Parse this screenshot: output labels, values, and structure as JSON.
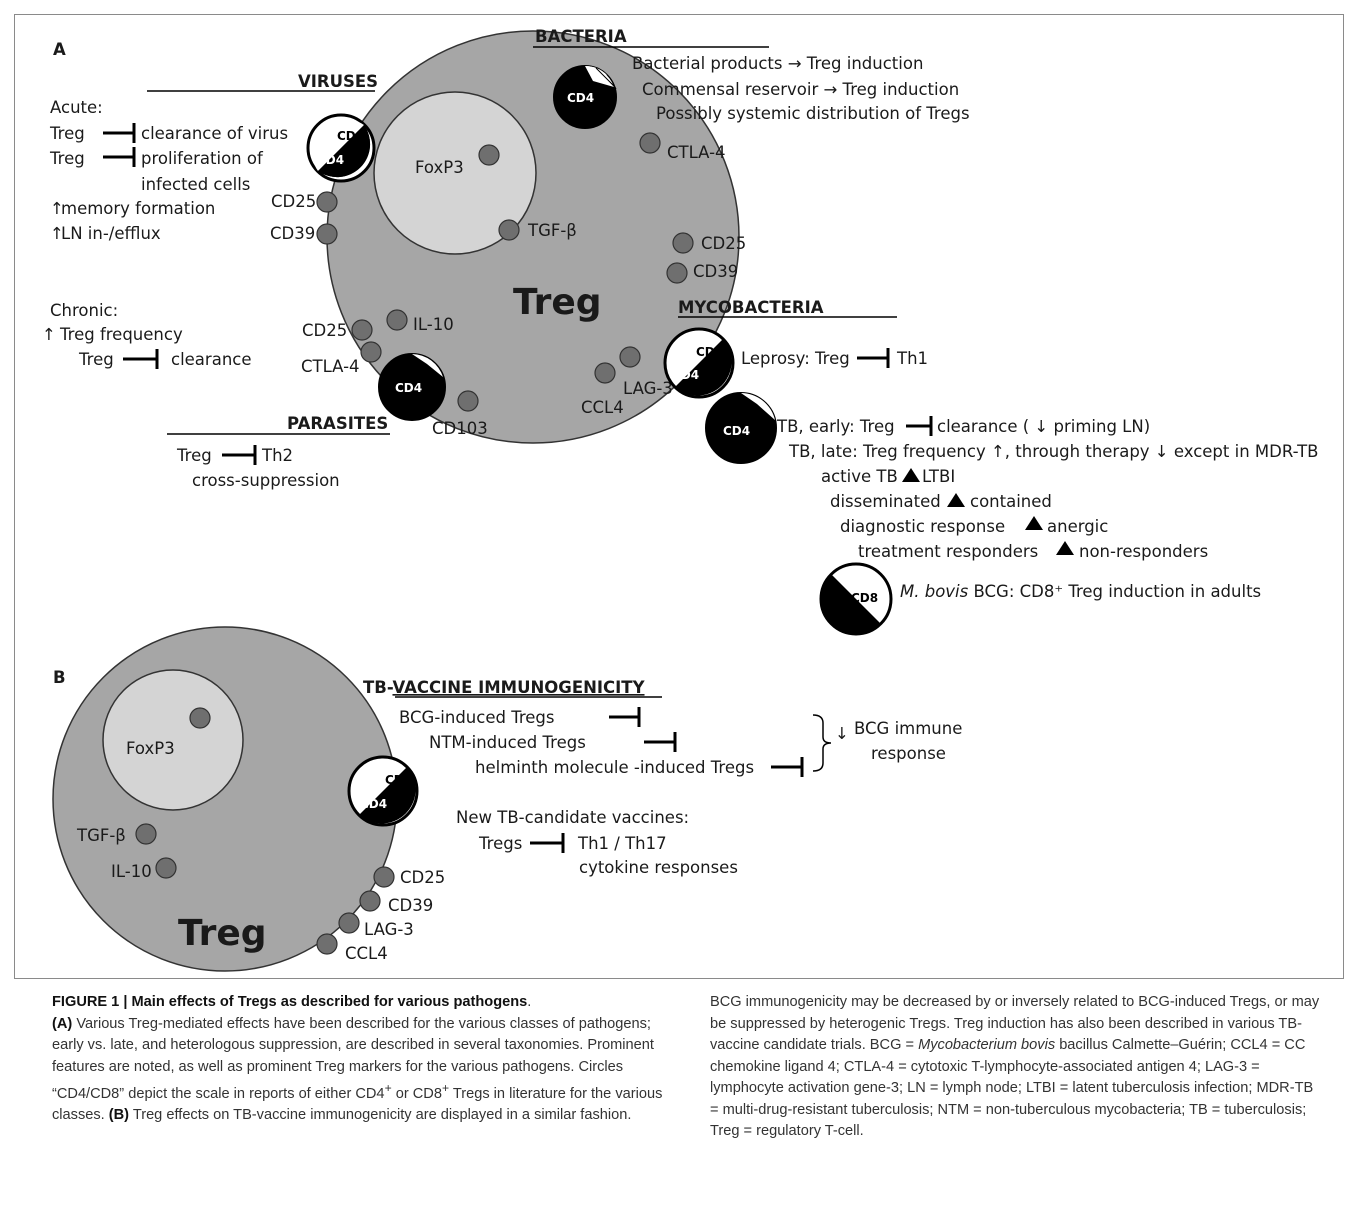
{
  "panel_a": {
    "label": "A",
    "cell": {
      "name": "Treg",
      "nucleus": "FoxP3",
      "tgf": "TGF-β"
    },
    "bacteria": {
      "heading": "BACTERIA",
      "lines": [
        "Bacterial products → Treg induction",
        "Commensal reservoir → Treg induction",
        "Possibly systemic distribution of Tregs"
      ],
      "cd_label": "CD4",
      "marker": "CTLA-4"
    },
    "right_markers": [
      "CD25",
      "CD39"
    ],
    "viruses": {
      "heading": "VIRUSES",
      "acute": "Acute:",
      "line1_a": "Treg",
      "line1_b": "clearance of virus",
      "line2_a": "Treg",
      "line2_b": "proliferation of",
      "line2_c": "infected cells",
      "line3_a": "↑",
      "line3_b": "memory formation",
      "line4_a": "↑",
      "line4_b": "LN in-/efflux",
      "cd8": "CD8",
      "cd4": "CD4",
      "markers": [
        "CD25",
        "CD39"
      ]
    },
    "chronic": {
      "heading": "Chronic:",
      "line1_a": "↑",
      "line1_b": "Treg frequency",
      "line2_a": "Treg",
      "line2_b": "clearance"
    },
    "parasites": {
      "heading": "PARASITES",
      "line_a": "Treg",
      "line_b": "Th2",
      "line_c": "cross-suppression",
      "cd_label": "CD4",
      "markers": {
        "il10": "IL-10",
        "cd25": "CD25",
        "ctla4": "CTLA-4",
        "cd103": "CD103"
      }
    },
    "mycobacteria": {
      "heading": "MYCOBACTERIA",
      "cd8": "CD8",
      "cd4": "CD4",
      "cd4_b": "CD4",
      "cd8_c": "CD8",
      "markers": {
        "lag3": "LAG-3",
        "ccl4": "CCL4"
      },
      "leprosy_a": "Leprosy: Treg",
      "leprosy_b": "Th1",
      "tb_early_a": "TB, early: Treg",
      "tb_early_b": "clearance ( ↓ priming LN)",
      "tb_late": "TB, late: Treg frequency ↑, through therapy ↓ except in MDR-TB",
      "cmp1_a": "active TB",
      "cmp1_b": "LTBI",
      "cmp2_a": "disseminated",
      "cmp2_b": "contained",
      "cmp3_a": "diagnostic response",
      "cmp3_b": "anergic",
      "cmp4_a": "treatment responders",
      "cmp4_b": "non-responders",
      "bcg_a": "M. bovis",
      "bcg_b": " BCG: CD8⁺ Treg induction in adults"
    }
  },
  "panel_b": {
    "label": "B",
    "cell": {
      "name": "Treg",
      "nucleus": "FoxP3"
    },
    "cd8": "CD8",
    "cd4": "CD4",
    "left_markers": [
      "TGF-β",
      "IL-10"
    ],
    "markers": [
      "CD25",
      "CD39",
      "LAG-3",
      "CCL4"
    ],
    "heading_prefix": "TB-",
    "heading_main": "VACCINE IMMUNOGENICITY",
    "line1": "BCG-induced Tregs",
    "line2": "NTM-induced Tregs",
    "line3": "helminth molecule -induced Tregs",
    "effect_arrow": "↓",
    "effect_1": "BCG immune",
    "effect_2": "response",
    "new_vaccines": "New TB-candidate vaccines:",
    "tregs": "Tregs",
    "th": "Th1 / Th17",
    "cytokine": "cytokine responses"
  },
  "caption": {
    "title": "FIGURE 1 | Main effects of Tregs as described for various pathogens",
    "title_end": ".",
    "a_label": "(A)",
    "a_text_1": " Various Treg-mediated effects have been described for the various classes of pathogens; early vs. late, and heterologous suppression, are described in several taxonomies. Prominent features are noted, as well as prominent Treg markers for the various pathogens. Circles “CD4/CD8” depict the scale in reports of either CD4",
    "sup_plus_1": "+",
    "a_text_2": " or CD8",
    "sup_plus_2": "+",
    "a_text_3": " Tregs in literature for the various classes. ",
    "b_label": "(B)",
    "b_text_1": " Treg effects on TB-vaccine immunogenicity are displayed in a similar fashion. BCG immunogenicity may be decreased by or inversely related to BCG-induced Tregs, or may be suppressed by heterogenic Tregs. Treg induction has also been described in various TB-vaccine candidate trials. BCG = ",
    "b_italic": "Mycobacterium bovis",
    "b_text_2": " bacillus Calmette–Guérin; CCL4 = CC chemokine ligand 4; CTLA-4 = cytotoxic T-lymphocyte-associated antigen 4; LAG-3 = lymphocyte activation gene-3; LN = lymph node; LTBI = latent tuberculosis infection; MDR-TB = multi-drug-resistant tuberculosis; NTM = non-tuberculous mycobacteria; TB = tuberculosis; Treg = regulatory T-cell."
  },
  "colors": {
    "cell_fill": "#a6a6a6",
    "nucleus_fill": "#d4d4d4",
    "marker_fill": "#6f6f6f",
    "ink": "#000000"
  }
}
